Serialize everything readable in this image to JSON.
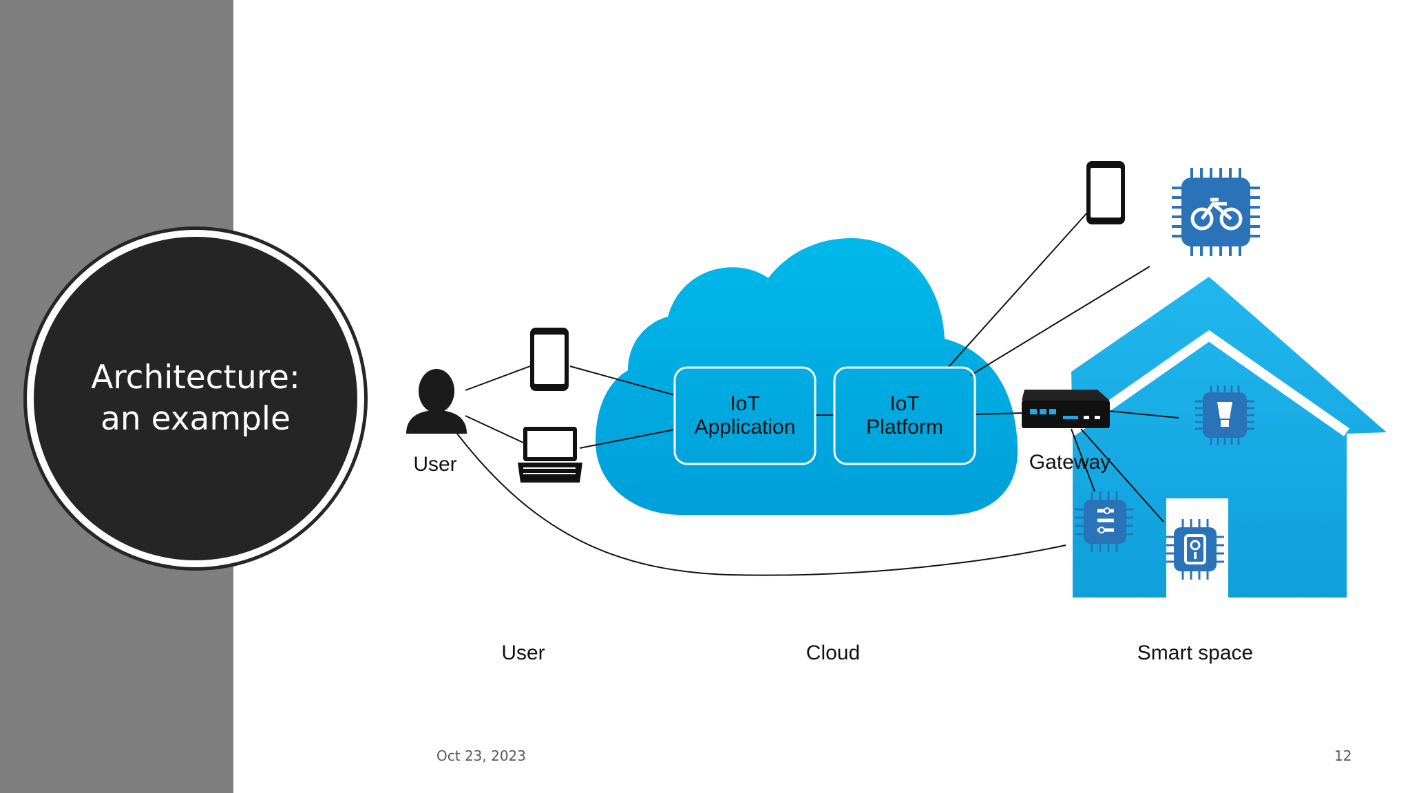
{
  "slide": {
    "title": "Architecture:\nan example",
    "date": "Oct 23, 2023",
    "page_number": "12"
  },
  "diagram": {
    "user_icon_label": "User",
    "cloud_boxes": [
      {
        "label": "IoT\nApplication"
      },
      {
        "label": "IoT\nPlatform"
      }
    ],
    "gateway_label": "Gateway",
    "section_captions": [
      "User",
      "Cloud",
      "Smart space"
    ]
  },
  "colors": {
    "sidebar": "#7f7f7f",
    "circle": "#252525",
    "cloud": "#00aee6",
    "house": "#12aee8",
    "chip": "#2a73b8"
  }
}
